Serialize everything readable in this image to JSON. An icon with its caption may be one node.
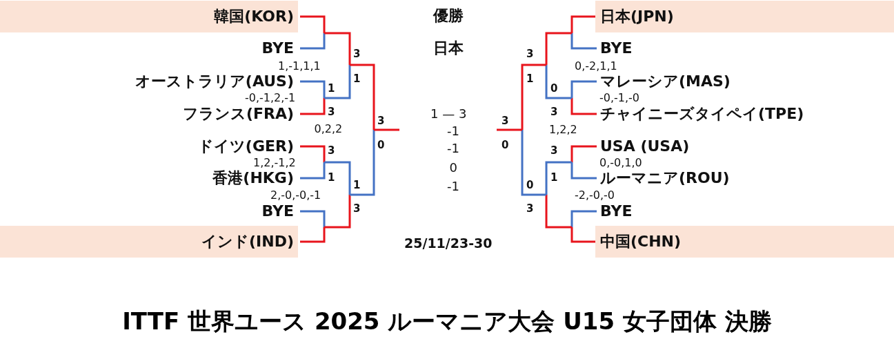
{
  "diagram": {
    "title": "ITTF 世界ユース 2025 ルーマニア大会 U15 女子団体 決勝",
    "nodes": [
      {
        "text": [
          "韓国(KOR)"
        ]
      },
      {
        "text": [
          "BYE"
        ]
      },
      {
        "text": [
          "オーストラリア(AUS)"
        ]
      },
      {
        "text": [
          "フランス(FRA)"
        ]
      },
      {
        "text": [
          "ドイツ(GER)"
        ]
      },
      {
        "text": [
          "香港(HKG)"
        ]
      },
      {
        "text": [
          "BYE"
        ]
      },
      {
        "text": [
          "インド(IND)"
        ]
      },
      {
        "text": [
          "日本(JPN)"
        ]
      },
      {
        "text": [
          "BYE"
        ]
      },
      {
        "text": [
          "マレーシア(MAS)"
        ]
      },
      {
        "text": [
          "チャイニーズタイペイ(TPE)"
        ]
      },
      {
        "text": [
          "USA (USA)"
        ]
      },
      {
        "text": [
          "ルーマニア(ROU)"
        ]
      },
      {
        "text": [
          "BYE"
        ]
      },
      {
        "text": [
          "中国(CHN)"
        ]
      }
    ],
    "labels": [
      "優勝",
      "日本",
      "1,-1,1,1",
      "3",
      "1",
      "1",
      "-0,-1,2,-1",
      "3",
      "3",
      "0,2,2",
      "0",
      "3",
      "1,2,-1,2",
      "1",
      "1",
      "2,-0,-0,-1",
      "3",
      "1 — 3",
      "-1",
      "-1",
      "0",
      "-1",
      "3",
      "0,-2,1,1",
      "1",
      "0",
      "-0,-1,-0",
      "3",
      "3",
      "1,2,2",
      "0",
      "3",
      "0,-0,1,0",
      "1",
      "0",
      "-2,-0,-0",
      "3",
      "25/11/23-30"
    ]
  }
}
